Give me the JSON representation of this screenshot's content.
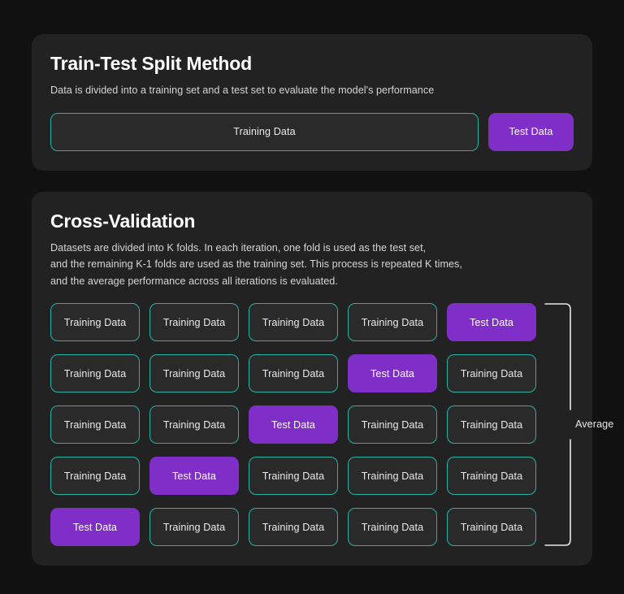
{
  "theme": {
    "page_bg": "#111111",
    "card_bg": "#222222",
    "box_bg": "#2a2a2a",
    "train_border": "#27b2a6",
    "test_bg": "#7f2fc8",
    "text": "#eaeaea",
    "bracket": "#e8e8e8"
  },
  "split_card": {
    "title": "Train-Test Split Method",
    "description": "Data is divided into a training set and a test set to evaluate the model's performance",
    "bar": [
      {
        "label": "Training Data",
        "kind": "train"
      },
      {
        "label": "Test Data",
        "kind": "test"
      }
    ]
  },
  "cv_card": {
    "title": "Cross-Validation",
    "description_lines": [
      "Datasets are divided into K folds. In each iteration, one fold is used as the test set,",
      "and the remaining K-1 folds are used as the training set. This process is repeated K times,",
      "and the average performance across all iterations is evaluated."
    ],
    "labels": {
      "training": "Training Data",
      "test": "Test Data"
    },
    "average_label": "Average",
    "folds": 5,
    "grid": [
      [
        "train",
        "train",
        "train",
        "train",
        "test"
      ],
      [
        "train",
        "train",
        "train",
        "test",
        "train"
      ],
      [
        "train",
        "train",
        "test",
        "train",
        "train"
      ],
      [
        "train",
        "test",
        "train",
        "train",
        "train"
      ],
      [
        "test",
        "train",
        "train",
        "train",
        "train"
      ]
    ],
    "grid_text": [
      [
        "Training Data",
        "Training Data",
        "Training Data",
        "Training Data",
        "Test Data"
      ],
      [
        "Training Data",
        "Training Data",
        "Training Data",
        "Test Data",
        "Training Data"
      ],
      [
        "Training Data",
        "Training Data",
        "Test Data",
        "Training Data",
        "Training Data"
      ],
      [
        "Training Data",
        "Test Data",
        "Training Data",
        "Training Data",
        "Training Data"
      ],
      [
        "Test Data",
        "Training Data",
        "Training Data",
        "Training Data",
        "Training Data"
      ]
    ]
  }
}
